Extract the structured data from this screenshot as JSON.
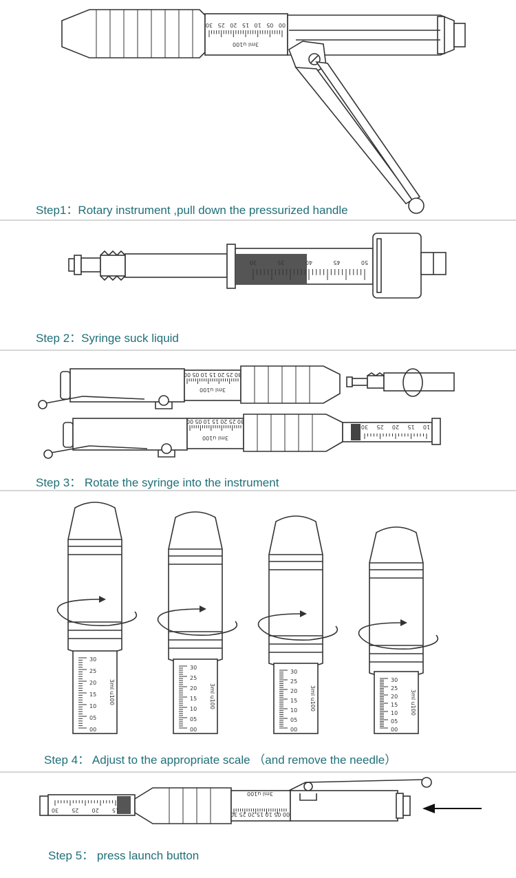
{
  "steps": [
    {
      "caption": "Step1：Rotary instrument ,pull down  the  pressurized handle"
    },
    {
      "caption": "Step 2：Syringe suck liquid"
    },
    {
      "caption": "Step 3： Rotate the syringe into the instrument"
    },
    {
      "caption": "Step 4： Adjust  to the appropriate scale （and remove the needle）"
    },
    {
      "caption": "Step 5： press launch button"
    }
  ],
  "scale": {
    "unit_label": "3ml u100",
    "ticks": [
      "30",
      "25",
      "20",
      "15",
      "10",
      "05",
      "00"
    ]
  },
  "syringe": {
    "ticks": [
      "30",
      "35",
      "40",
      "45",
      "50"
    ]
  },
  "colors": {
    "caption": "#1f6f78",
    "divider": "#d6d6d6",
    "line": "#333333"
  }
}
